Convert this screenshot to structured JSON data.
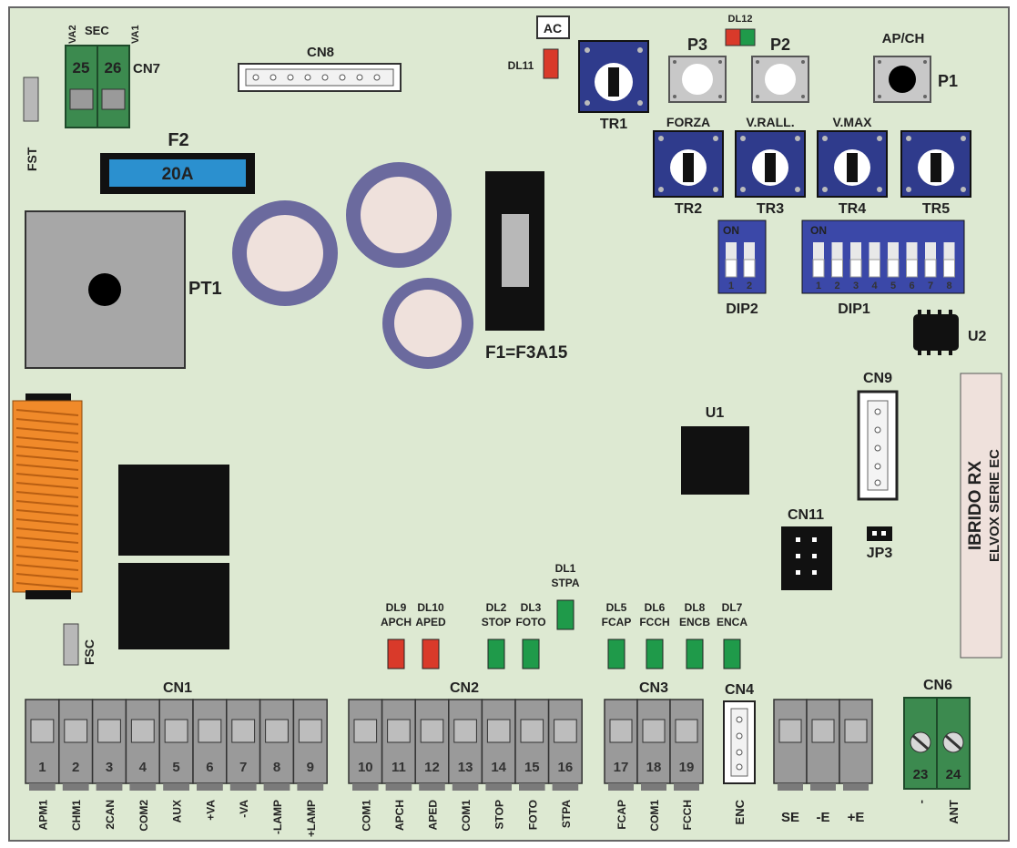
{
  "board": {
    "title": "IBRIDO RX",
    "subtitle": "ELVOX SERIE EC",
    "colors": {
      "pcb": "#dde9d2",
      "pot": "#2f3b8c",
      "dip": "#3b48a8",
      "led_red": "#d93a2a",
      "led_green": "#1f9a4a",
      "terminal_gray": "#9a9a9a",
      "terminal_green": "#3c8a4f",
      "fuse_blue": "#2b90cf",
      "cap_purple": "#6b6a9e",
      "coil_orange": "#f08a2a"
    }
  },
  "top_labels": {
    "va2": "VA2",
    "sec": "SEC",
    "va1": "VA1",
    "cn7": "CN7",
    "t25": "25",
    "t26": "26",
    "fst": "FST",
    "cn8": "CN8",
    "f2": "F2",
    "f2_value": "20A",
    "pt1": "PT1",
    "f1": "F1=F3A15",
    "ac": "AC",
    "dl11": "DL11",
    "dl12": "DL12"
  },
  "buttons": [
    {
      "id": "p3",
      "label": "P3"
    },
    {
      "id": "p2",
      "label": "P2"
    },
    {
      "id": "p1",
      "label": "P1",
      "caption": "AP/CH"
    }
  ],
  "trimmers": [
    {
      "id": "tr1",
      "label": "TR1",
      "caption": ""
    },
    {
      "id": "tr2",
      "label": "TR2",
      "caption": "FORZA"
    },
    {
      "id": "tr3",
      "label": "TR3",
      "caption": "V.RALL."
    },
    {
      "id": "tr4",
      "label": "TR4",
      "caption": "V.MAX"
    },
    {
      "id": "tr5",
      "label": "TR5",
      "caption": ""
    }
  ],
  "dip2": {
    "label": "DIP2",
    "on": "ON",
    "switches": [
      "1",
      "2"
    ]
  },
  "dip1": {
    "label": "DIP1",
    "on": "ON",
    "switches": [
      "1",
      "2",
      "3",
      "4",
      "5",
      "6",
      "7",
      "8"
    ]
  },
  "chips": {
    "u1": "U1",
    "u2": "U2",
    "cn9": "CN9",
    "cn11": "CN11",
    "jp3": "JP3",
    "fsc": "FSC"
  },
  "leds": [
    {
      "id": "dl9",
      "name": "DL9",
      "func": "APCH",
      "color": "red"
    },
    {
      "id": "dl10",
      "name": "DL10",
      "func": "APED",
      "color": "red"
    },
    {
      "id": "dl2",
      "name": "DL2",
      "func": "STOP",
      "color": "green"
    },
    {
      "id": "dl3",
      "name": "DL3",
      "func": "FOTO",
      "color": "green"
    },
    {
      "id": "dl1",
      "name": "DL1",
      "func": "STPA",
      "color": "green"
    },
    {
      "id": "dl5",
      "name": "DL5",
      "func": "FCAP",
      "color": "green"
    },
    {
      "id": "dl6",
      "name": "DL6",
      "func": "FCCH",
      "color": "green"
    },
    {
      "id": "dl8",
      "name": "DL8",
      "func": "ENCB",
      "color": "green"
    },
    {
      "id": "dl7",
      "name": "DL7",
      "func": "ENCA",
      "color": "green"
    }
  ],
  "connectors": {
    "cn1": {
      "label": "CN1",
      "terminals": [
        {
          "num": "1",
          "name": "APM1"
        },
        {
          "num": "2",
          "name": "CHM1"
        },
        {
          "num": "3",
          "name": "2CAN"
        },
        {
          "num": "4",
          "name": "COM2"
        },
        {
          "num": "5",
          "name": "AUX"
        },
        {
          "num": "6",
          "name": "+VA"
        },
        {
          "num": "7",
          "name": "-VA"
        },
        {
          "num": "8",
          "name": "-LAMP"
        },
        {
          "num": "9",
          "name": "+LAMP"
        }
      ]
    },
    "cn2": {
      "label": "CN2",
      "terminals": [
        {
          "num": "10",
          "name": "COM1"
        },
        {
          "num": "11",
          "name": "APCH"
        },
        {
          "num": "12",
          "name": "APED"
        },
        {
          "num": "13",
          "name": "COM1"
        },
        {
          "num": "14",
          "name": "STOP"
        },
        {
          "num": "15",
          "name": "FOTO"
        },
        {
          "num": "16",
          "name": "STPA"
        }
      ]
    },
    "cn3": {
      "label": "CN3",
      "terminals": [
        {
          "num": "17",
          "name": "FCAP"
        },
        {
          "num": "18",
          "name": "COM1"
        },
        {
          "num": "19",
          "name": "FCCH"
        }
      ]
    },
    "cn4": {
      "label": "CN4",
      "name": "ENC"
    },
    "cn5": {
      "terminals": [
        {
          "name": "SE"
        },
        {
          "name": "-E"
        },
        {
          "name": "+E"
        }
      ]
    },
    "cn6": {
      "label": "CN6",
      "terminals": [
        {
          "num": "23",
          "name": "-"
        },
        {
          "num": "24",
          "name": "ANT"
        }
      ]
    }
  }
}
